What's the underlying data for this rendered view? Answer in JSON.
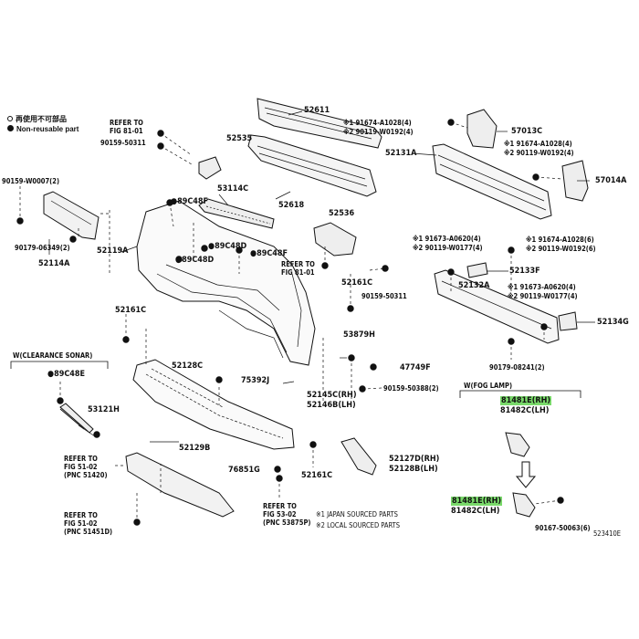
{
  "legend": {
    "reusable_no": "再使用不可部品",
    "non_reusable": "Non-reusable part"
  },
  "sources": {
    "s1": "※1  JAPAN SOURCED PARTS",
    "s2": "※2  LOCAL SOURCED PARTS"
  },
  "diagram_id": "523410E",
  "sections": {
    "clearance_sonar": "W(CLEARANCE SONAR)",
    "fog_lamp": "W(FOG LAMP)"
  },
  "refs": {
    "r1a": "REFER TO",
    "r1b": "FIG 81-01",
    "r2a": "REFER TO",
    "r2b": "FIG 81-01",
    "r3a": "REFER TO",
    "r3b": "FIG 51-02",
    "r3c": "(PNC 51420)",
    "r4a": "REFER TO",
    "r4b": "FIG 51-02",
    "r4c": "(PNC 51451D)",
    "r5a": "REFER TO",
    "r5b": "FIG 53-02",
    "r5c": "(PNC 53875P)"
  },
  "parts": {
    "p52611": "52611",
    "p52618": "52618",
    "p52535": "52535",
    "p90159_50311a": "90159-50311",
    "p90159_W0007": "90159-W0007(2)",
    "p90179_06349": "90179-06349(2)",
    "p52114A": "52114A",
    "p52119A": "52119A",
    "p53114C": "53114C",
    "p89C48F_a": "89C48F",
    "p89C48D_a": "89C48D",
    "p89C48D_b": "89C48D",
    "p89C48F_b": "89C48F",
    "p52536": "52536",
    "p90159_50311b": "90159-50311",
    "p52161C_a": "52161C",
    "p52161C_b": "52161C",
    "p52161C_c": "52161C",
    "p52128C": "52128C",
    "p53879H": "53879H",
    "p47749F": "47749F",
    "p52145C": "52145C(RH)",
    "p52146B": "52146B(LH)",
    "p90159_50388": "90159-50388(2)",
    "p75392J": "75392J",
    "p89C48E": "89C48E",
    "p53121H": "53121H",
    "p52129B": "52129B",
    "p76851G": "76851G",
    "p52127D": "52127D(RH)",
    "p52128B": "52128B(LH)",
    "p91674_A1028_a": "※1 91674-A1028(4)",
    "p90119_W0192_a": "※2 90119-W0192(4)",
    "p57013C": "57013C",
    "p91674_A1028_b": "※1 91674-A1028(4)",
    "p90119_W0192_b": "※2 90119-W0192(4)",
    "p52131A": "52131A",
    "p57014A": "57014A",
    "p91673_A0620_a": "※1 91673-A0620(4)",
    "p90119_W0177_a": "※2 90119-W0177(4)",
    "p91674_A1028_c": "※1 91674-A1028(6)",
    "p90119_W0192_c": "※2 90119-W0192(6)",
    "p52133F": "52133F",
    "p91673_A0620_b": "※1 91673-A0620(4)",
    "p90119_W0177_b": "※2 90119-W0177(4)",
    "p52132A": "52132A",
    "p52134G": "52134G",
    "p90179_08241": "90179-08241(2)",
    "p81481E_a": "81481E(RH)",
    "p81482C_a": "81482C(LH)",
    "p81481E_b": "81481E(RH)",
    "p81482C_b": "81482C(LH)",
    "p90167_50063": "90167-50063(6)"
  },
  "colors": {
    "highlight": "#79d96a",
    "ink": "#111111"
  }
}
